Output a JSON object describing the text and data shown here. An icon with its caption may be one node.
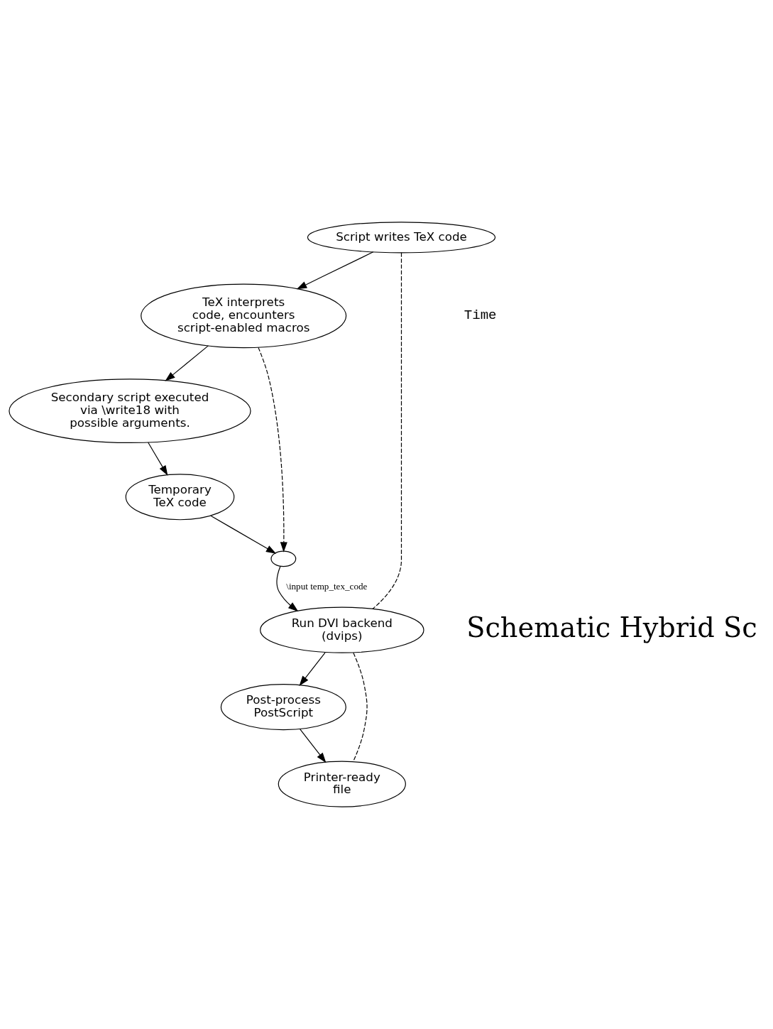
{
  "diagram": {
    "nodes": [
      {
        "text": [
          "Script writes TeX code"
        ]
      },
      {
        "text": [
          "TeX interprets code, encounters script-enabled macros"
        ]
      },
      {
        "text": [
          "Secondary script executed via \\write18 with possible arguments."
        ]
      },
      {
        "text": [
          "Temporary TeX code"
        ]
      },
      {
        "text": [],
        "shape": "ellipse"
      },
      {
        "text": [
          "Run DVI backend (dvips)"
        ]
      },
      {
        "text": [
          "Post-process PostScript"
        ]
      },
      {
        "text": [
          "Printer-ready file"
        ]
      }
    ],
    "edges": [
      {
        "from": 0,
        "to": 1,
        "arrow": "to"
      },
      {
        "from": 0,
        "to": 5,
        "arrow": "none",
        "style": "dashed"
      },
      {
        "from": 1,
        "to": 2,
        "arrow": "to"
      },
      {
        "from": 1,
        "to": 4,
        "arrow": "to",
        "style": "dashed"
      },
      {
        "from": 2,
        "to": 3,
        "arrow": "to"
      },
      {
        "from": 3,
        "to": 4,
        "arrow": "to"
      },
      {
        "from": 4,
        "to": 5,
        "arrow": "to",
        "label": "\\input temp_tex_code"
      },
      {
        "from": 5,
        "to": 6,
        "arrow": "to"
      },
      {
        "from": 6,
        "to": 7,
        "arrow": "to"
      },
      {
        "from": 5,
        "to": 7,
        "arrow": "none",
        "style": "dashed"
      }
    ],
    "labels": [
      "Time",
      "Schematic Hybrid Sc"
    ]
  }
}
